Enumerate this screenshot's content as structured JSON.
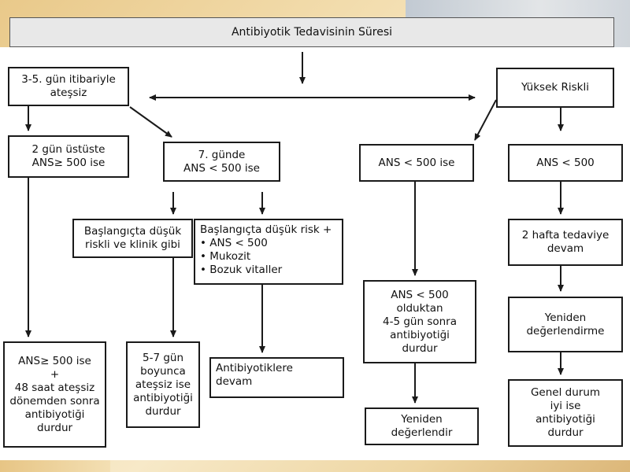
{
  "title": "Antibiyotik Tedavisinin Süresi",
  "nodes": {
    "afebrile": "3-5. gün itibariyle\nateşsiz",
    "high_risk": "Yüksek Riskli",
    "anc_two_days": "2 gün üstüste\nANS≥ 500 ise",
    "day7": "7. günde\nANS < 500 ise",
    "hr_anc_a": "ANS < 500 ise",
    "hr_anc_b": "ANS < 500",
    "initial_low": "Başlangıçta düşük\nriskli ve klinik gibi",
    "initial_low_plus": "Başlangıçta düşük risk +\n• ANS < 500\n• Mukozit\n• Bozuk vitaller",
    "anc_after": "ANS < 500\nolduktan\n4-5 gün sonra\nantibiyotiği\ndurdur",
    "two_weeks": "2 hafta tedaviye\ndevam",
    "stop_48h": "ANS≥ 500 ise\n+\n48 saat ateşsiz\ndönemden sonra\nantibiyotiği\ndurdur",
    "stop_5_7": "5-7 gün\nboyunca\nateşsiz ise\nantibiyotiği\ndurdur",
    "continue_ab": "Antibiyotiklere\ndevam",
    "reevaluation": "Yeniden\ndeğerlendirme",
    "reevaluate": "Yeniden\ndeğerlendir",
    "general_good": "Genel durum\niyi ise\nantibiyotiği\ndurdur"
  }
}
